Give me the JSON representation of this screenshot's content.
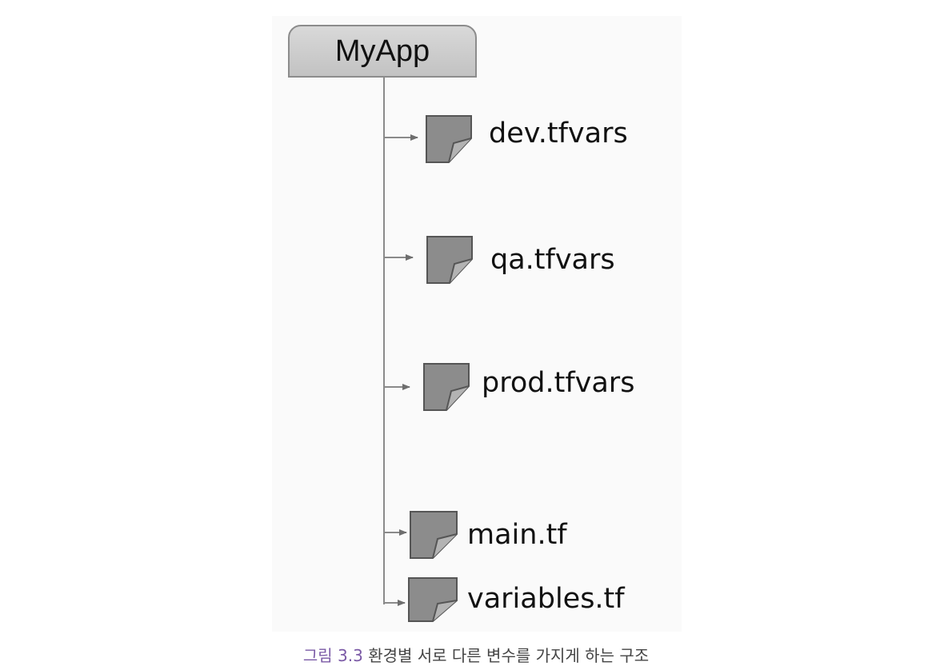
{
  "root": {
    "label": "MyApp"
  },
  "files": [
    {
      "name": "dev.tfvars"
    },
    {
      "name": "qa.tfvars"
    },
    {
      "name": "prod.tfvars"
    },
    {
      "name": "main.tf"
    },
    {
      "name": "variables.tf"
    }
  ],
  "caption": {
    "number": "그림 3.3",
    "text": "환경별 서로 다른 변수를 가지게 하는 구조"
  },
  "colors": {
    "line": "#8a8a8a",
    "file_icon": "#8c8c8c",
    "caption_number": "#7b5aa6"
  },
  "icons": [
    "file-icon",
    "arrow-icon"
  ]
}
